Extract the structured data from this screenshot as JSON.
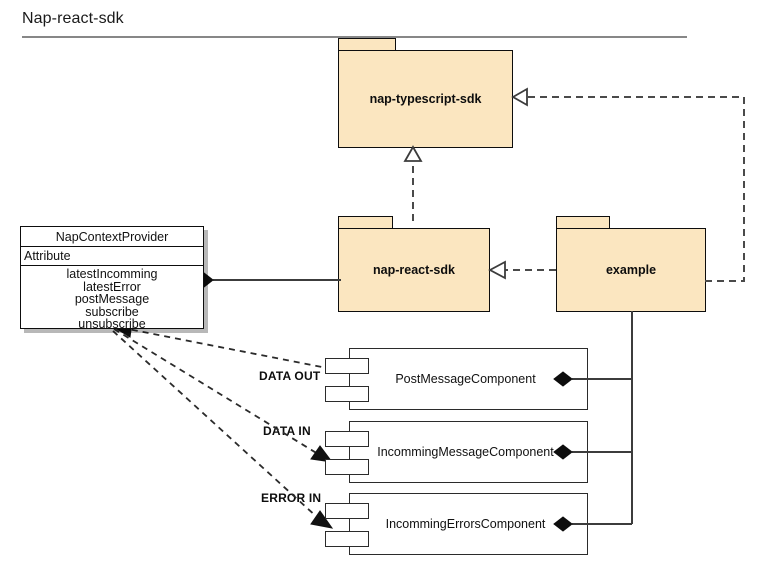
{
  "diagram": {
    "title": "Nap-react-sdk",
    "accent_fill": "#fbe6c0",
    "line_color": "#3c3c3c",
    "packages": [
      {
        "id": "nap-typescript-sdk",
        "label": "nap-typescript-sdk"
      },
      {
        "id": "nap-react-sdk",
        "label": "nap-react-sdk"
      },
      {
        "id": "example",
        "label": "example"
      }
    ],
    "class_box": {
      "name": "NapContextProvider",
      "section_header": "Attribute",
      "members": [
        "latestIncomming",
        "latestError",
        "postMessage",
        "subscribe",
        "unsubscribe"
      ]
    },
    "components": [
      {
        "id": "post-message-component",
        "label": "PostMessageComponent"
      },
      {
        "id": "incomming-message-component",
        "label": "IncommingMessageComponent"
      },
      {
        "id": "incomming-errors-component",
        "label": "IncommingErrorsComponent"
      }
    ],
    "edge_labels": [
      {
        "id": "data-out",
        "text": "DATA OUT"
      },
      {
        "id": "data-in",
        "text": "DATA IN"
      },
      {
        "id": "error-in",
        "text": "ERROR IN"
      }
    ]
  }
}
